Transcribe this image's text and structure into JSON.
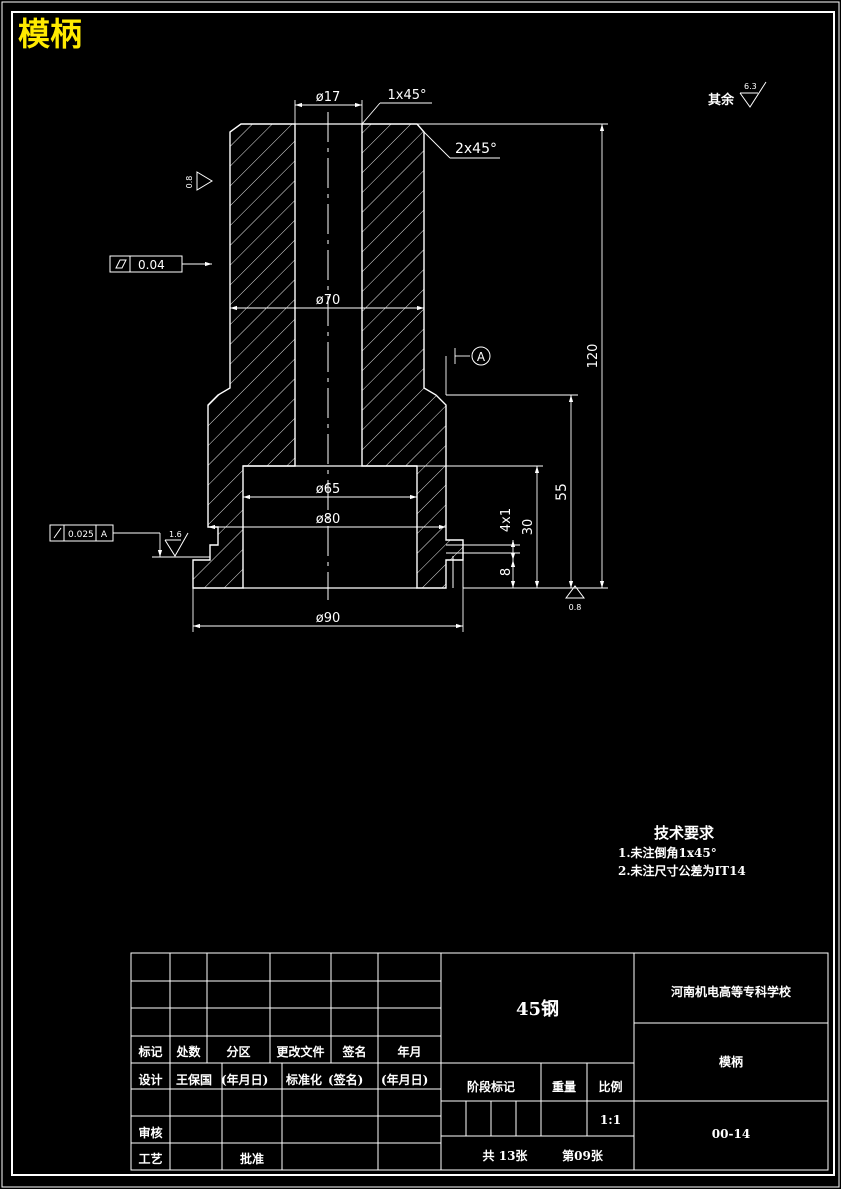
{
  "title": "模柄",
  "roughness": {
    "other_label": "其余",
    "other_value": "6.3",
    "bore_value": "0.8",
    "bottom_value": "0.8",
    "shoulder_value": "1.6"
  },
  "tolerances": {
    "cylindricity_value": "0.04",
    "runout_value": "0.025",
    "runout_datum": "A",
    "datum_label": "A"
  },
  "dimensions": {
    "d17": "ø17",
    "chamfer_top": "1x45°",
    "chamfer_outer": "2x45°",
    "d70": "ø70",
    "d65": "ø65",
    "d80": "ø80",
    "d90": "ø90",
    "len120": "120",
    "len55": "55",
    "len30": "30",
    "groove": "4x1",
    "len8": "8"
  },
  "tech_requirements": {
    "heading": "技术要求",
    "items": [
      "1.未注倒角1x45°",
      "2.未注尺寸公差为IT14"
    ]
  },
  "title_block": {
    "material": "45钢",
    "school": "河南机电高等专科学校",
    "part_name": "模柄",
    "drawing_no": "00-14",
    "row_labels": [
      "标记",
      "处数",
      "分区",
      "更改文件",
      "签名",
      "年月"
    ],
    "design_label": "设计",
    "designer": "王保国",
    "date_label": "(年月日)",
    "standard_label": "标准化",
    "sign_label": "(签名)",
    "date_label2": "(年月日)",
    "review_label": "审核",
    "process_label": "工艺",
    "approve_label": "批准",
    "stage_label": "阶段标记",
    "weight_label": "重量",
    "scale_label": "比例",
    "scale_value": "1:1",
    "sheet_total": "共 13张",
    "sheet_no": "第09张"
  }
}
